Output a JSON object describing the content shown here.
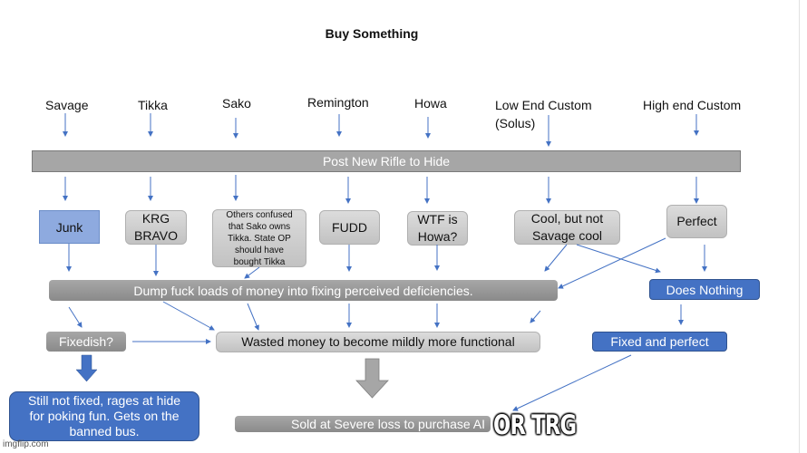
{
  "title": "Buy Something",
  "colors": {
    "arrow": "#4472c4",
    "blue_box": "#4472c4",
    "light_blue_box": "#8eaadf",
    "gray_box": "#d0d0d0",
    "dark_gray_bar": "#999999"
  },
  "sources": [
    {
      "label": "Savage"
    },
    {
      "label": "Tikka"
    },
    {
      "label": "Sako"
    },
    {
      "label": "Remington"
    },
    {
      "label": "Howa"
    },
    {
      "label": "Low End Custom (Solus)",
      "line1": "Low End Custom",
      "line2": "(Solus)"
    },
    {
      "label": "High end Custom"
    }
  ],
  "post_bar": "Post New Rifle to Hide",
  "reactions": [
    {
      "label": "Junk"
    },
    {
      "label": "KRG BRAVO",
      "line1": "KRG",
      "line2": "BRAVO"
    },
    {
      "label": "Others confused that Sako owns Tikka. State OP should have bought Tikka",
      "lines": [
        "Others confused",
        "that Sako owns",
        "Tikka. State OP",
        "should have",
        "bought Tikka"
      ]
    },
    {
      "label": "FUDD"
    },
    {
      "label": "WTF is Howa?",
      "line1": "WTF is",
      "line2": "Howa?"
    },
    {
      "label": "Cool, but not Savage cool",
      "line1": "Cool, but not",
      "line2": "Savage cool"
    },
    {
      "label": "Perfect"
    }
  ],
  "dump_bar": "Dump fuck loads of money into fixing perceived deficiencies.",
  "does_nothing": "Does Nothing",
  "fixedish": "Fixedish?",
  "wasted": "Wasted money to become mildly more functional",
  "fixed_perfect": "Fixed and perfect",
  "still_not_fixed": {
    "label": "Still not fixed, rages at hide for poking fun. Gets on the banned bus.",
    "line1": "Still not fixed, rages at hide",
    "line2": "for poking fun. Gets on the",
    "line3": "banned bus."
  },
  "sold_bar": "Sold at Severe loss to purchase AI",
  "caption": "OR TRG",
  "watermark": "imgflip.com"
}
